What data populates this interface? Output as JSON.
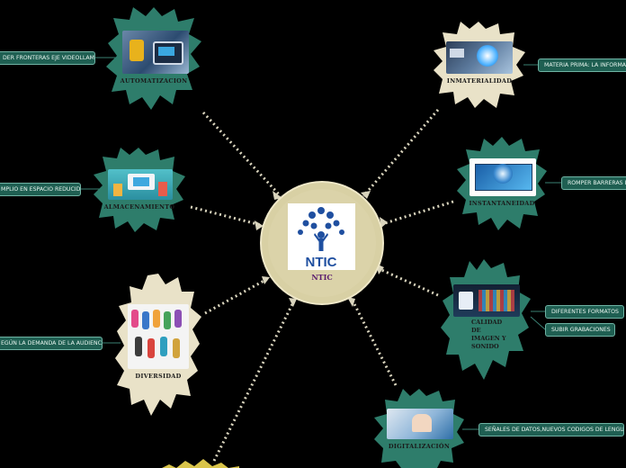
{
  "center": {
    "title": "NTIC",
    "logo_text": "NTIC"
  },
  "nodes": {
    "automatizacion": {
      "label": "AUTOMATIZACION"
    },
    "inmaterialidad": {
      "label": "INMATERIALIDAD"
    },
    "almacenamiento": {
      "label": "ALMACENAMIENTO"
    },
    "instantaneidad": {
      "label": "INSTANTANEIDAD"
    },
    "diversidad": {
      "label": "DIVERSIDAD"
    },
    "calidad": {
      "label_lines": [
        "CALIDAD",
        "DE",
        "IMAGEN Y",
        "SONIDO"
      ]
    },
    "digitalizacion": {
      "label": "DIGITALIZACIÓN"
    }
  },
  "details": {
    "automatizacion": "DER FRONTERAS EJE VIDEOLLAMADA",
    "inmaterialidad": "MATERIA PRIMA: LA INFORMACIÓ",
    "almacenamiento": "MPLIO EN ESPACIO REDUCIDO",
    "instantaneidad": "ROMPER BARRERAS ESP",
    "diversidad": "EGÚN LA DEMANDA DE LA AUDIENCIA",
    "calidad_1": "DIFERENTES FORMATOS",
    "calidad_2": "SUBIR GRABACIONES",
    "digitalizacion": "SEÑALES DE DATOS,NUEVOS CODIGOS DE LENGUAJES"
  },
  "colors": {
    "background": "#000000",
    "node_teal": "#2e7d6b",
    "node_cream": "#e9e2c8",
    "center_fill": "#d8d0a4",
    "connector": "#d9d4bd",
    "pill_fill": "#1f5f52",
    "pill_border": "#6fb3a4",
    "logo_blue": "#1f4fa0",
    "center_label": "#5a1d6e"
  }
}
